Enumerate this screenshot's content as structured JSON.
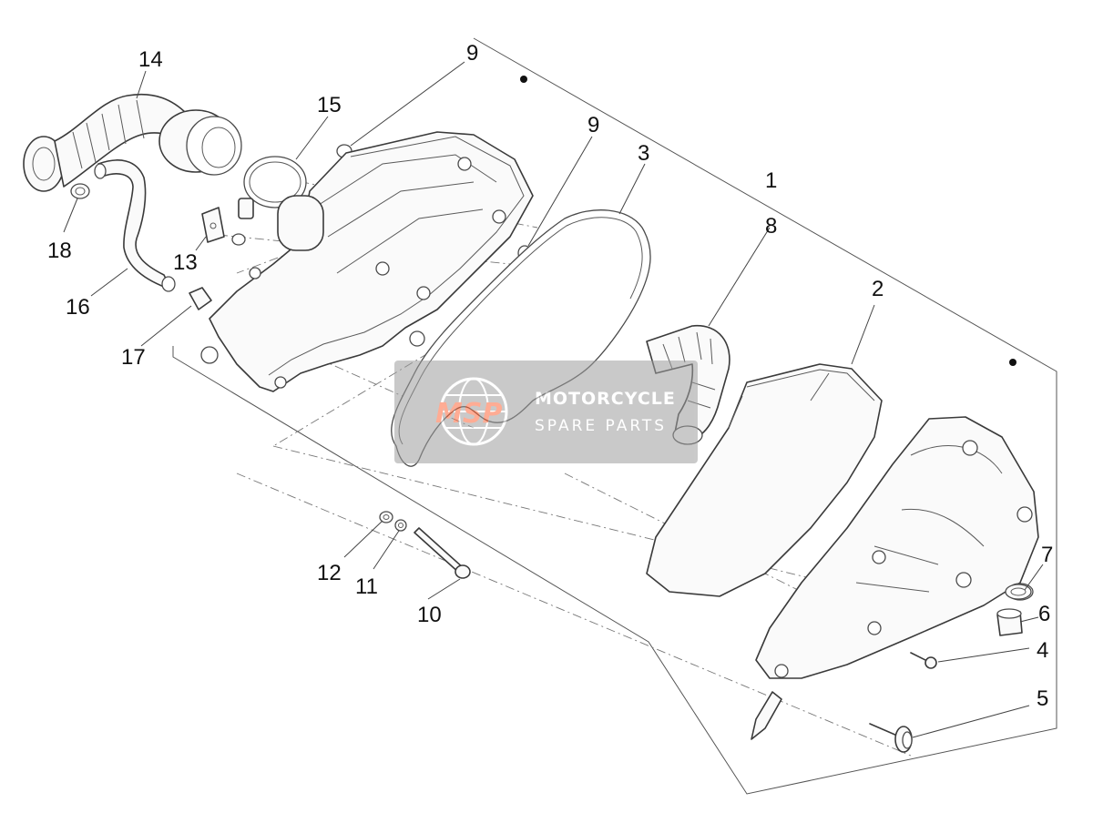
{
  "callouts": [
    {
      "id": "c1",
      "text": "1"
    },
    {
      "id": "c2",
      "text": "2"
    },
    {
      "id": "c3",
      "text": "3"
    },
    {
      "id": "c4",
      "text": "4"
    },
    {
      "id": "c5",
      "text": "5"
    },
    {
      "id": "c6",
      "text": "6"
    },
    {
      "id": "c7",
      "text": "7"
    },
    {
      "id": "c8",
      "text": "8"
    },
    {
      "id": "c9a",
      "text": "9"
    },
    {
      "id": "c9b",
      "text": "9"
    },
    {
      "id": "c10",
      "text": "10"
    },
    {
      "id": "c11",
      "text": "11"
    },
    {
      "id": "c12",
      "text": "12"
    },
    {
      "id": "c13",
      "text": "13"
    },
    {
      "id": "c14",
      "text": "14"
    },
    {
      "id": "c15",
      "text": "15"
    },
    {
      "id": "c16",
      "text": "16"
    },
    {
      "id": "c17",
      "text": "17"
    },
    {
      "id": "c18",
      "text": "18"
    }
  ],
  "watermark": {
    "logo": "MSP",
    "title": "MOTORCYCLE",
    "subtitle": "SPARE PARTS"
  },
  "colors": {
    "line": "#3a3a3a",
    "watermark_bg": "#9e9e9e",
    "watermark_accent": "#ff6a3d"
  }
}
